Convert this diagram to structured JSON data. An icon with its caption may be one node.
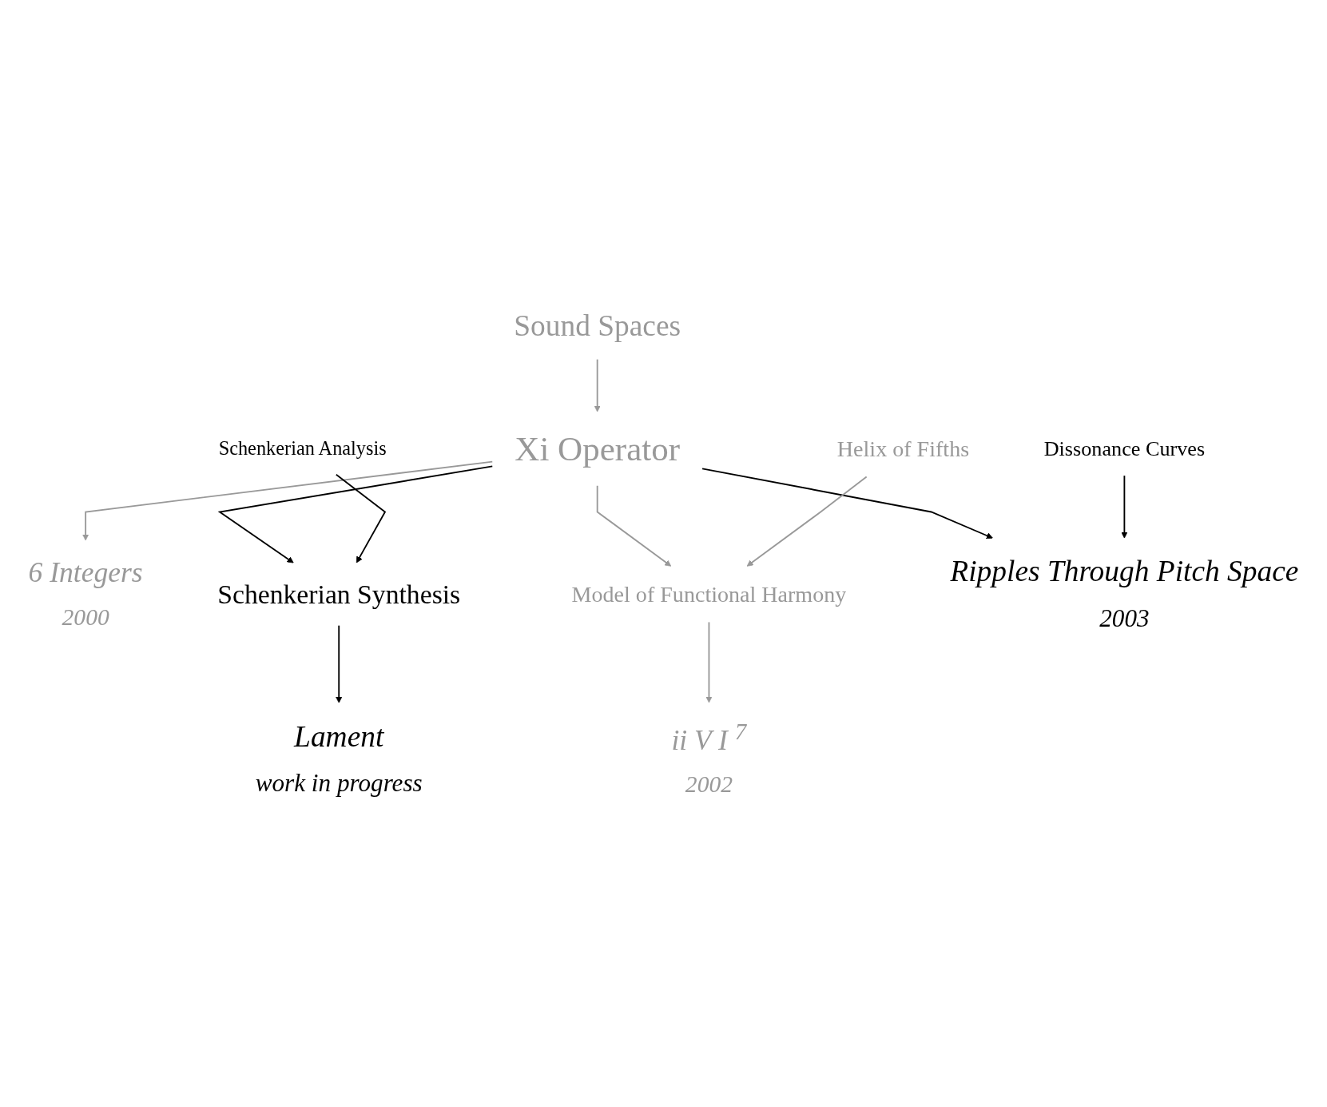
{
  "diagram": {
    "nodes": [
      {
        "text": [
          "Sound Spaces"
        ]
      },
      {
        "text": [
          "Xi Operator"
        ]
      },
      {
        "text": [
          "6 Integers"
        ],
        "beside": [
          "2000"
        ]
      },
      {
        "text": [
          "Helix of Fifths"
        ]
      },
      {
        "text": [
          "Model of Functional Harmony"
        ]
      },
      {
        "text": [
          "ii V I $^{7}$"
        ],
        "beside": [
          "2002"
        ]
      },
      {
        "text": [
          "Schenkerian Analysis"
        ]
      },
      {
        "text": [
          "Dissonance Curves"
        ]
      },
      {
        "text": [
          "Schenkerian Synthesis"
        ]
      },
      {
        "text": [
          "Ripples Through Pitch Space"
        ],
        "beside": [
          "2003"
        ]
      },
      {
        "text": [
          "Lament"
        ],
        "beside": [
          "work in progress"
        ]
      }
    ],
    "edges": [
      {
        "from": 0,
        "to": 1,
        "arrow": "to",
        "color": "#999999"
      },
      {
        "from": 1,
        "to": 2,
        "arrow": "to",
        "color": "#999999"
      },
      {
        "from": 1,
        "to": 8,
        "arrow": "to",
        "color": "#000000"
      },
      {
        "from": 1,
        "to": 9,
        "arrow": "to",
        "color": "#000000"
      },
      {
        "from": 1,
        "to": 4,
        "arrow": "to",
        "color": "#999999"
      },
      {
        "from": 3,
        "to": 4,
        "arrow": "to",
        "color": "#999999"
      },
      {
        "from": 4,
        "to": 5,
        "arrow": "to",
        "color": "#999999"
      },
      {
        "from": 6,
        "to": 8,
        "arrow": "to",
        "color": "#000000"
      },
      {
        "from": 7,
        "to": 9,
        "arrow": "to",
        "color": "#000000"
      },
      {
        "from": 8,
        "to": 10,
        "arrow": "to",
        "color": "#000000"
      }
    ]
  }
}
